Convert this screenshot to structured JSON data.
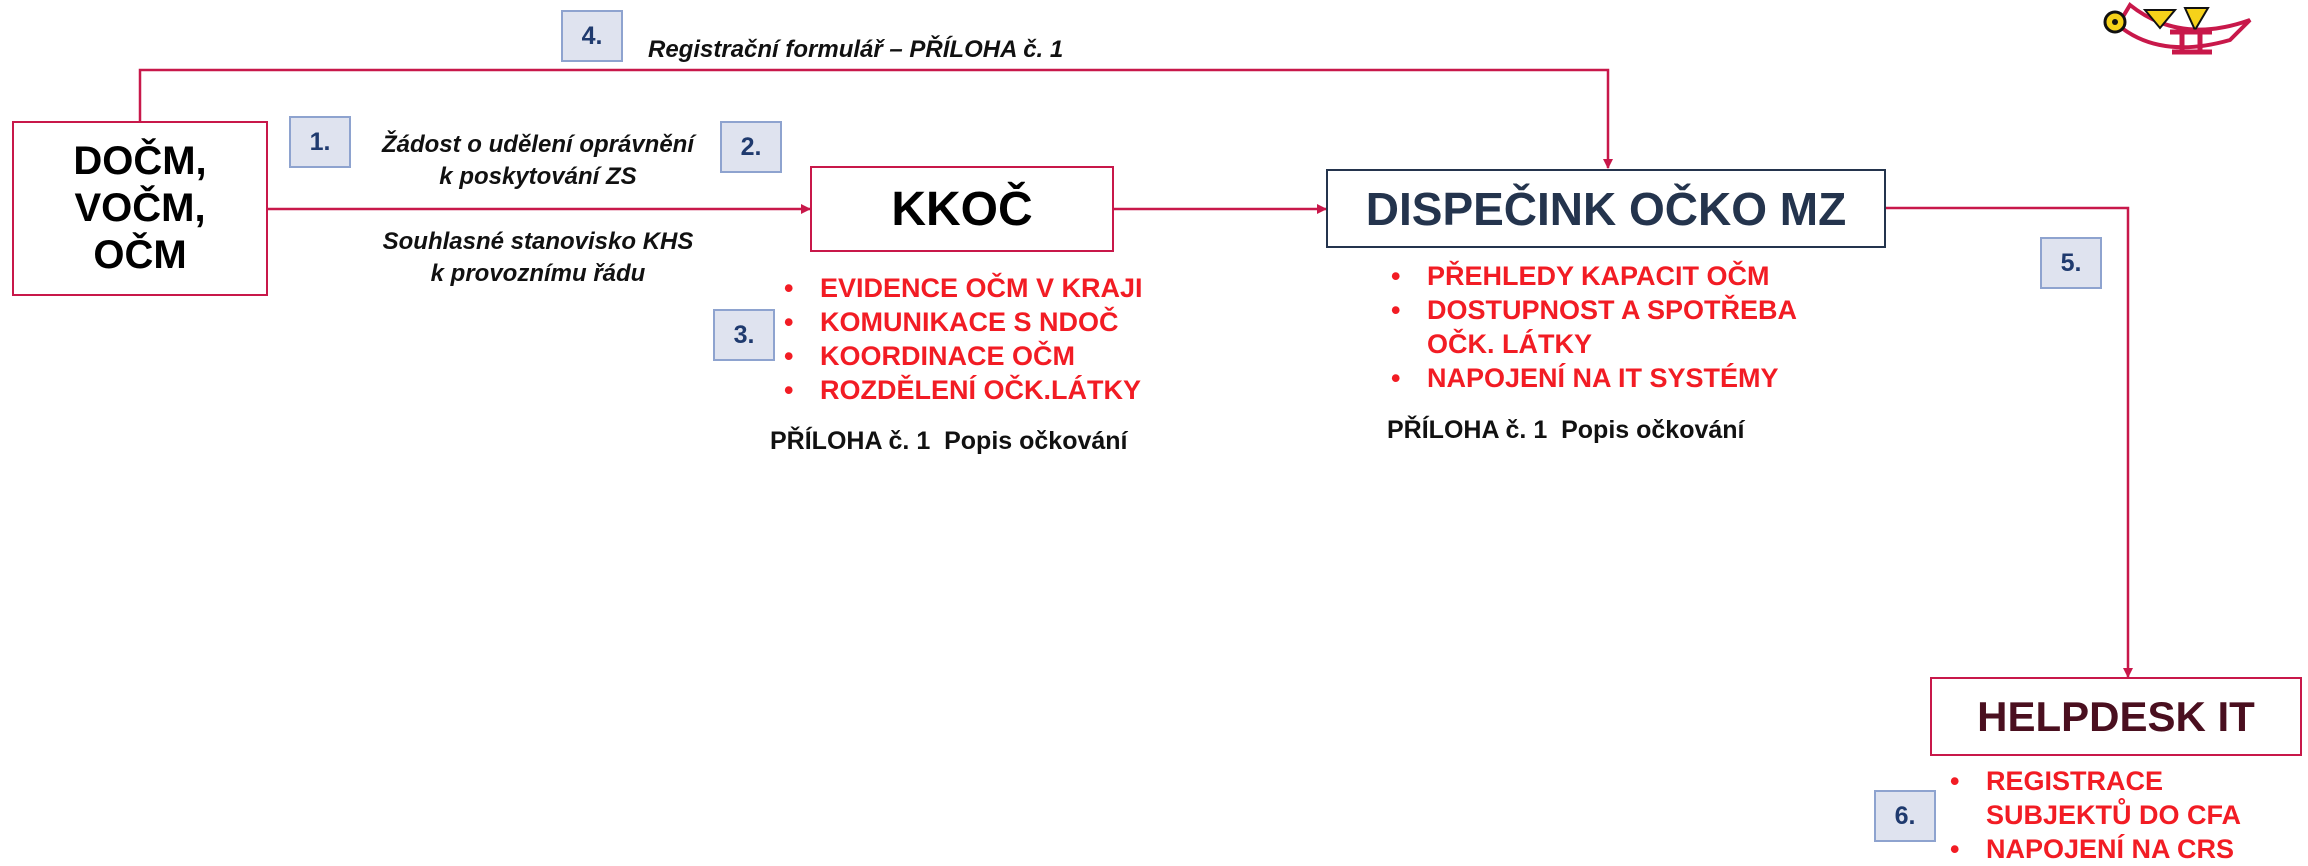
{
  "colors": {
    "connector": "#c8184a",
    "bullet_text": "#f21c24",
    "badge_fill": "#dfe3ef",
    "badge_border": "#8ea3cf",
    "badge_text": "#1f3a6e",
    "dispecink_text": "#24344d",
    "helpdesk_text": "#4a0f1f"
  },
  "nodes": {
    "docm": {
      "lines": [
        "DOČM,",
        "VOČM,",
        "OČM"
      ]
    },
    "kkoc": {
      "label": "KKOČ"
    },
    "dispecink": {
      "label": "DISPEČINK OČKO MZ"
    },
    "helpdesk": {
      "label": "HELPDESK IT"
    }
  },
  "steps": {
    "s1": "1.",
    "s2": "2.",
    "s3": "3.",
    "s4": "4.",
    "s5": "5.",
    "s6": "6."
  },
  "edge_labels": {
    "registration": "Registrační formulář – PŘÍLOHA č. 1",
    "request_line1": "Žádost o udělení oprávnění",
    "request_line2": "k poskytování ZS",
    "khs_line1": "Souhlasné stanovisko KHS",
    "khs_line2": "k provoznímu řádu"
  },
  "kkoc_tasks": [
    "EVIDENCE OČM V KRAJI",
    "KOMUNIKACE S NDOČ",
    "KOORDINACE OČM",
    "ROZDĚLENÍ OČK.LÁTKY"
  ],
  "dispecink_tasks": [
    "PŘEHLEDY KAPACIT OČM",
    "DOSTUPNOST A SPOTŘEBA\nOČK. LÁTKY",
    "NAPOJENÍ NA IT SYSTÉMY"
  ],
  "helpdesk_tasks": [
    "REGISTRACE\nSUBJEKTŮ DO CFA",
    "NAPOJENÍ NA CRS"
  ],
  "attachments": {
    "kkoc": "PŘÍLOHA č. 1  Popis očkování",
    "dispecink": "PŘÍLOHA č. 1  Popis očkování"
  },
  "logo": {
    "name": "emblem",
    "color": "#c8184a"
  }
}
